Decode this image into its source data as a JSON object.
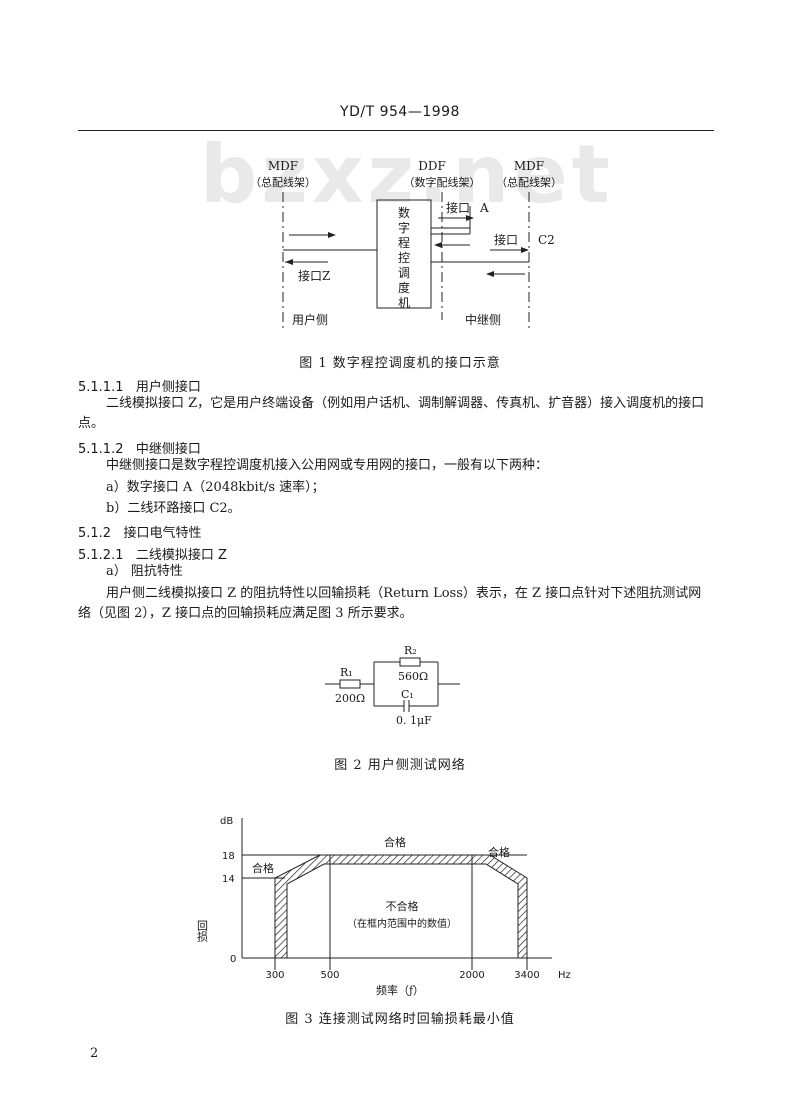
{
  "header": {
    "doc_id": "YD/T 954—1998"
  },
  "watermark": "bzxz.net",
  "figure1": {
    "mdf_left": "MDF",
    "mdf_left_cn": "（总配线架）",
    "ddf": "DDF",
    "ddf_cn": "（数字配线架）",
    "mdf_right": "MDF",
    "mdf_right_cn": "（总配线架）",
    "switch_chars": [
      "数",
      "字",
      "程",
      "控",
      "调",
      "度",
      "机"
    ],
    "port_a_label": "接口",
    "port_a_letter": "A",
    "port_c2_label": "接口",
    "port_c2_letter": "C2",
    "port_z": "接口Z",
    "user_side": "用户侧",
    "trunk_side": "中继侧",
    "caption": "图 1   数字程控调度机的接口示意"
  },
  "sections": {
    "s5111_num": "5.1.1.1",
    "s5111_title": "用户侧接口",
    "s5111_p1": "二线模拟接口 Z，它是用户终端设备（例如用户话机、调制解调器、传真机、扩音器）接入调度机的接口",
    "s5111_p2": "点。",
    "s5112_num": "5.1.1.2",
    "s5112_title": "中继侧接口",
    "s5112_p1": "中继侧接口是数字程控调度机接入公用网或专用网的接口，一般有以下两种：",
    "s5112_a": "a）数字接口 A（2048kbit/s 速率）；",
    "s5112_b": "b）二线环路接口 C2。",
    "s512_num": "5.1.2",
    "s512_title": "接口电气特性",
    "s5121_num": "5.1.2.1",
    "s5121_title": "二线模拟接口 Z",
    "s5121_a": "a）   阻抗特性",
    "s5121_p1": "用户侧二线模拟接口 Z 的阻抗特性以回输损耗（Return Loss）表示，在 Z 接口点针对下述阻抗测试网",
    "s5121_p2": "络（见图 2），Z 接口点的回输损耗应满足图 3 所示要求。"
  },
  "figure2": {
    "r1": "R₁",
    "r1_value": "200Ω",
    "r2": "R₂",
    "r2_value": "560Ω",
    "c1": "C₁",
    "c1_value": "0. 1μF",
    "caption": "图 2   用户侧测试网络"
  },
  "figure3": {
    "y_unit": "dB",
    "y_ticks": [
      "18",
      "14",
      "0"
    ],
    "y_label": "回损",
    "x_ticks": [
      "300",
      "500",
      "2000",
      "3400"
    ],
    "x_unit": "Hz",
    "x_label": "频率（ƒ）",
    "pass_top": "合格",
    "pass_left": "合格",
    "pass_right": "合格",
    "fail": "不合格",
    "fail_note": "（在框内范围中的数值）",
    "caption": "图 3   连接测试网络时回输损耗最小值"
  },
  "page_number": "2"
}
